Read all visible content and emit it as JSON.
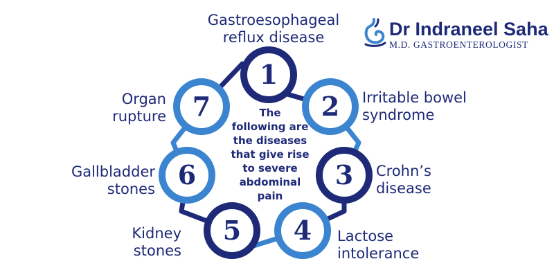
{
  "center_text": [
    "The",
    "following are",
    "the diseases",
    "that give rise",
    "to severe",
    "abdominal",
    "pain"
  ],
  "logo": {
    "name": "Dr Indraneel Saha",
    "subtitle": "M.D.  GASTROENTEROLOGIST",
    "icon": "stomach-icon"
  },
  "colors": {
    "navy": "#1e2a78",
    "blue": "#3b84cf",
    "text": "#1e2a78",
    "background": "#ffffff"
  },
  "items": [
    {
      "number": "1",
      "label": [
        "Gastroesophageal",
        "reflux disease"
      ]
    },
    {
      "number": "2",
      "label": [
        "Irritable bowel",
        "syndrome"
      ]
    },
    {
      "number": "3",
      "label": [
        "Crohn’s",
        "disease"
      ]
    },
    {
      "number": "4",
      "label": [
        "Lactose",
        "intolerance"
      ]
    },
    {
      "number": "5",
      "label": [
        "Kidney",
        "stones"
      ]
    },
    {
      "number": "6",
      "label": [
        "Gallbladder",
        "stones"
      ]
    },
    {
      "number": "7",
      "label": [
        "Organ",
        "rupture"
      ]
    }
  ]
}
